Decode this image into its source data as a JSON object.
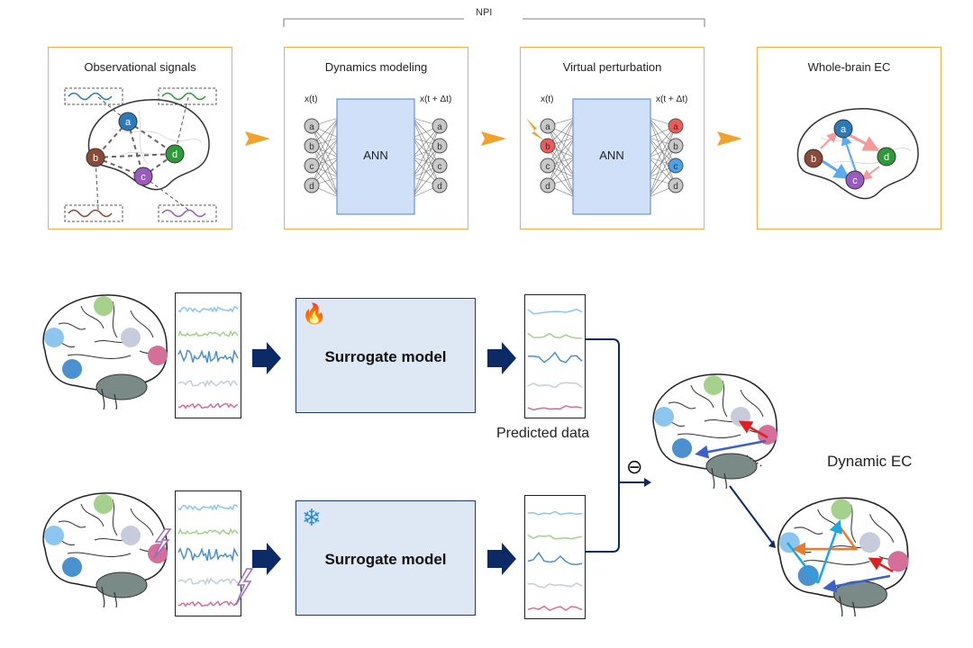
{
  "top_row": {
    "npi_label": "NPI",
    "panels": [
      {
        "id": "observational",
        "title": "Observational signals"
      },
      {
        "id": "dynamics",
        "title": "Dynamics modeling"
      },
      {
        "id": "perturbation",
        "title": "Virtual perturbation"
      },
      {
        "id": "whole-brain",
        "title": "Whole-brain EC"
      }
    ],
    "nodes": [
      "a",
      "b",
      "c",
      "d"
    ],
    "node_colors": {
      "a": "#2a7ab9",
      "b": "#8a4a3a",
      "c": "#9a5bbf",
      "d": "#2e9a3a"
    },
    "ann_label": "ANN",
    "input_label": "x(t)",
    "output_label": "x(t + Δt)",
    "perturbed_node": "b",
    "perturbed_color": "#ef5a5a",
    "response_nodes": {
      "a": "#ef5a5a",
      "c": "#4aa3e8"
    },
    "accent_color": "#f0a22a"
  },
  "bottom_row": {
    "surrogate_top": {
      "label": "Surrogate model",
      "icon": "fire-icon",
      "glyph": "🔥"
    },
    "surrogate_bottom": {
      "label": "Surrogate model",
      "icon": "snowflake-icon",
      "glyph": "❄"
    },
    "predicted_caption": "Predicted data",
    "minus_symbol": "⊖",
    "dynamic_ec_caption": "Dynamic EC",
    "ellipsis": "·····",
    "region_colors": [
      "#8cc6ee",
      "#a5d18c",
      "#4b90cf",
      "#c6ccdb",
      "#d36f98"
    ],
    "arrow_color": "#0b2a66"
  }
}
